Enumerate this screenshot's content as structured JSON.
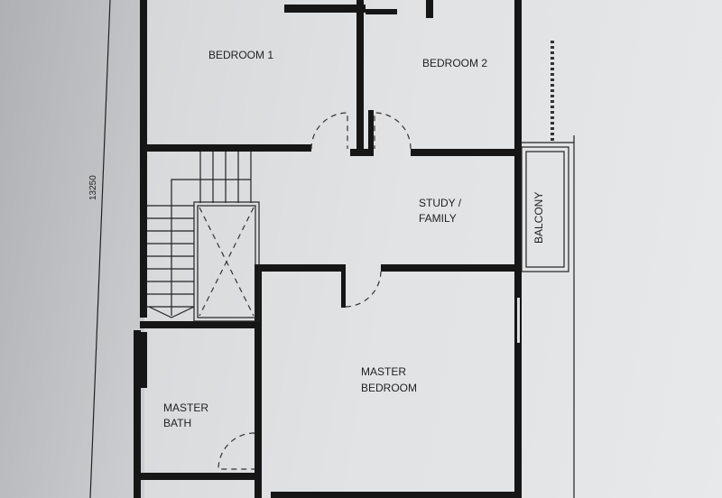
{
  "rooms": {
    "bedroom1": "BEDROOM 1",
    "bedroom2": "BEDROOM 2",
    "study_line1": "STUDY /",
    "study_line2": "FAMILY",
    "balcony": "BALCONY",
    "master_bedroom_line1": "MASTER",
    "master_bedroom_line2": "BEDROOM",
    "master_bath_line1": "MASTER",
    "master_bath_line2": "BATH"
  },
  "dimensions": {
    "overall_depth": "13250"
  },
  "colors": {
    "wall": "#161616",
    "paper": "#e4e6e8"
  }
}
